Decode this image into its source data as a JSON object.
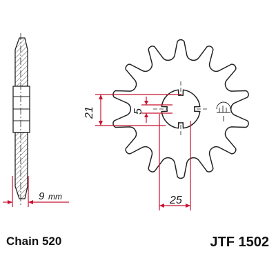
{
  "diagram": {
    "chain_label": "Chain 520",
    "part_number": "JTF 1502",
    "dimensions": {
      "bore_height": "21",
      "spline_width": "5",
      "bore_diameter": "25",
      "thickness": "9",
      "thickness_unit": "mm"
    },
    "teeth": 14,
    "colors": {
      "outline": "#222222",
      "dimension": "#c8102e",
      "hatch": "#555555"
    }
  }
}
